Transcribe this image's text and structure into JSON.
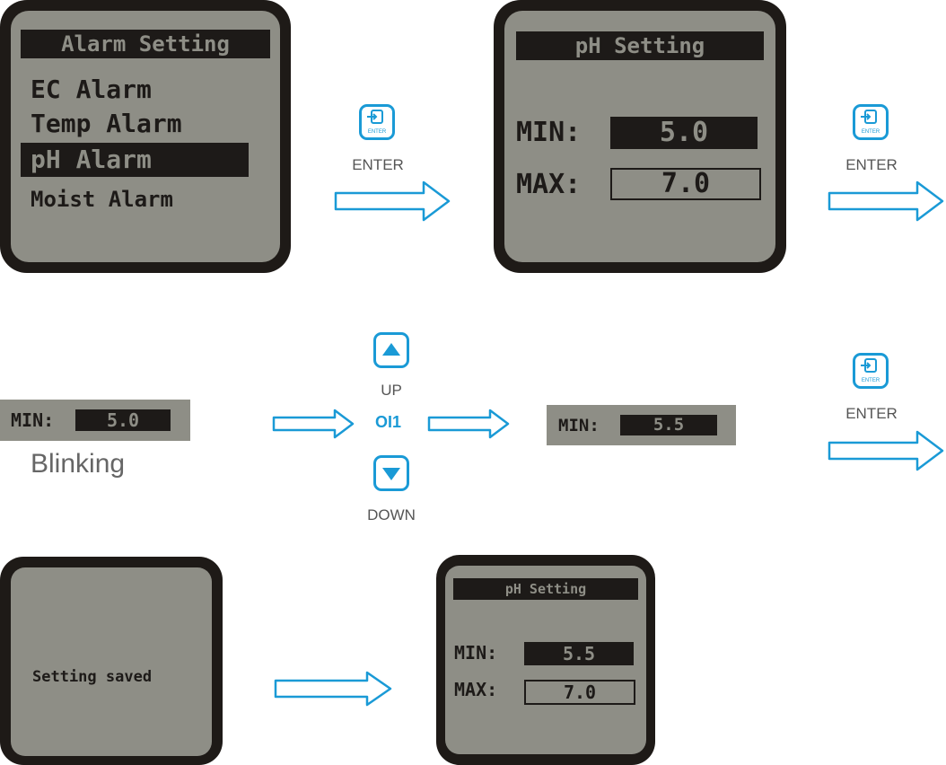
{
  "colors": {
    "lcd_bg": "#8e8e86",
    "lcd_ink": "#1d1a18",
    "frame": "#1e1a17",
    "accent": "#1a9ad6"
  },
  "screen_alarm": {
    "title": "Alarm Setting",
    "items": [
      "EC Alarm",
      "Temp Alarm",
      "pH Alarm",
      "Moist Alarm"
    ],
    "selected_item": "pH Alarm"
  },
  "screen_ph_1": {
    "title": "pH Setting",
    "min_label": "MIN:",
    "min_value": "5.0",
    "max_label": "MAX:",
    "max_value": "7.0"
  },
  "strip_before": {
    "label": "MIN:",
    "value": "5.0"
  },
  "blinking_label": "Blinking",
  "strip_after": {
    "label": "MIN:",
    "value": "5.5"
  },
  "screen_saved": {
    "message": "Setting saved"
  },
  "screen_ph_2": {
    "title": "pH Setting",
    "min_label": "MIN:",
    "min_value": "5.5",
    "max_label": "MAX:",
    "max_value": "7.0"
  },
  "keys": {
    "enter_text": "ENTER",
    "enter_label": "ENTER",
    "up_label": "UP",
    "or_label": "OI1",
    "down_label": "DOWN"
  }
}
